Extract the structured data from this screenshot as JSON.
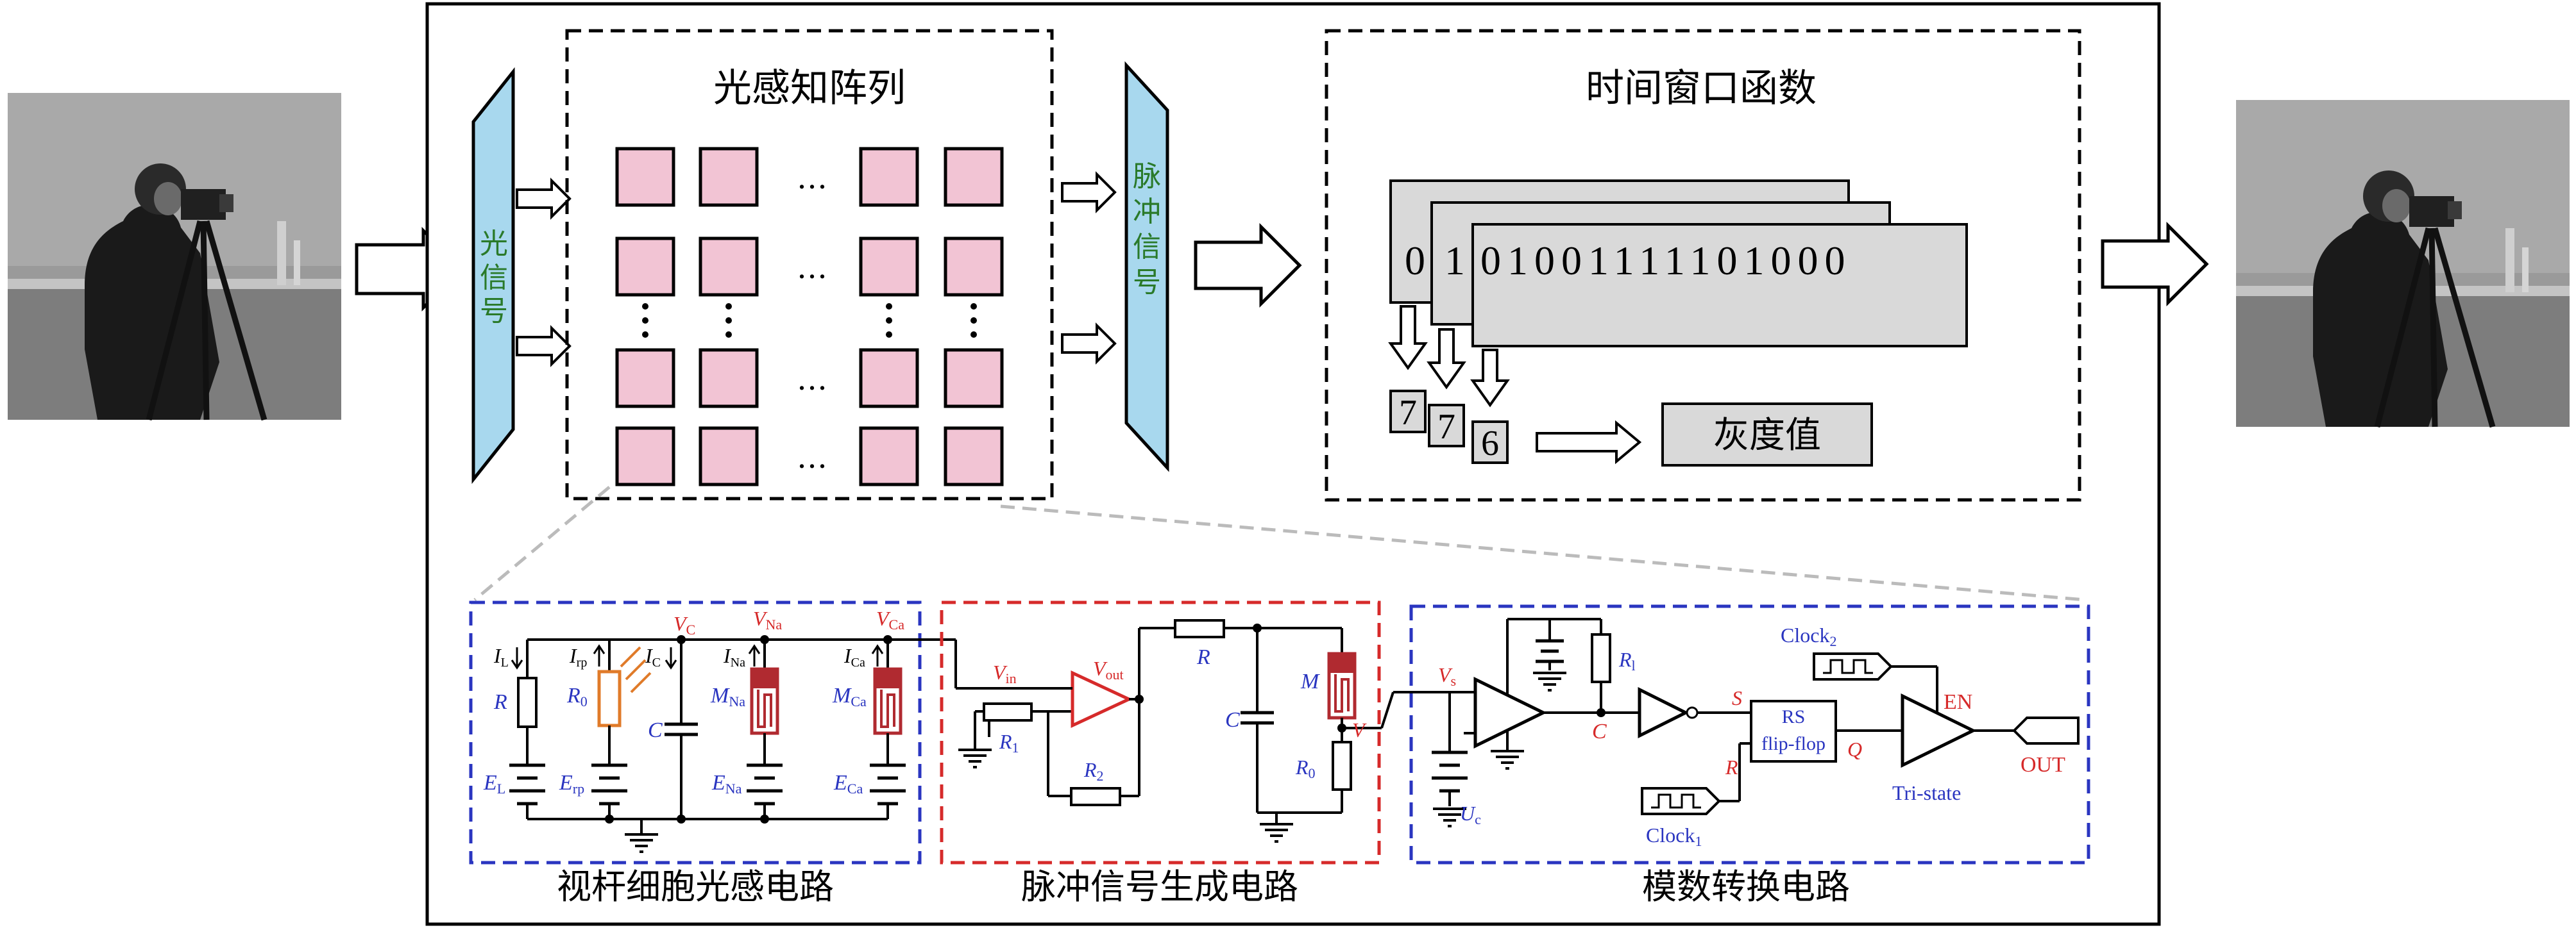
{
  "colors": {
    "pixel_fill": "#f2c4d4",
    "signal_fill": "#a8d8ee",
    "signal_text": "#2a7a2a",
    "blue_frame": "#2a35c0",
    "red_frame": "#d62a2a",
    "memristor": "#b02a30",
    "photoresistor": "#e07b2a",
    "label_blue": "#2a35c0",
    "label_red": "#d62a2a",
    "gray_box": "#d9d9d9"
  },
  "top": {
    "light_signal": "光信号",
    "array_title": "光感知阵列",
    "ellipsis": "…",
    "pulse_signal": "脉冲信号",
    "window_title": "时间窗口函数",
    "bit_front": "0",
    "bit_mid": "1",
    "bits_main": "01001111101000",
    "digit_1": "7",
    "digit_2": "7",
    "digit_3": "6",
    "gray_value": "灰度值"
  },
  "images": {
    "input_icon": "camera-man-photo-icon",
    "output_icon": "camera-man-photo-icon"
  },
  "circuit1": {
    "caption": "视杆细胞光感电路",
    "VC_V": "V",
    "VC_sub": "C",
    "VNa_V": "V",
    "VNa_sub": "Na",
    "VCa_V": "V",
    "VCa_sub": "Ca",
    "IL": "I",
    "IL_sub": "L",
    "Irp": "I",
    "Irp_sub": "rp",
    "IC": "I",
    "IC_sub": "C",
    "INa": "I",
    "INa_sub": "Na",
    "ICa": "I",
    "ICa_sub": "Ca",
    "R": "R",
    "R0": "R",
    "R0_sub": "0",
    "C": "C",
    "MNa": "M",
    "MNa_sub": "Na",
    "MCa": "M",
    "MCa_sub": "Ca",
    "EL": "E",
    "EL_sub": "L",
    "Erp": "E",
    "Erp_sub": "rp",
    "ENa": "E",
    "ENa_sub": "Na",
    "ECa": "E",
    "ECa_sub": "Ca"
  },
  "circuit2": {
    "caption": "脉冲信号生成电路",
    "Vin": "V",
    "Vin_sub": "in",
    "Vout": "V",
    "Vout_sub": "out",
    "R1": "R",
    "R1_sub": "1",
    "R2": "R",
    "R2_sub": "2",
    "R": "R",
    "C": "C",
    "M": "M",
    "R0": "R",
    "R0_sub": "0",
    "V": "V"
  },
  "circuit3": {
    "caption": "模数转换电路",
    "Vs": "V",
    "Vs_sub": "s",
    "Uc": "U",
    "Uc_sub": "c",
    "Rl": "R",
    "Rl_sub": "l",
    "C": "C",
    "Clock2": "Clock",
    "Clock2_sub": "2",
    "Clock1": "Clock",
    "Clock1_sub": "1",
    "S": "S",
    "R": "R",
    "Q": "Q",
    "rs_line1": "RS",
    "rs_line2": "flip-flop",
    "EN": "EN",
    "tristate": "Tri-state",
    "OUT": "OUT"
  }
}
